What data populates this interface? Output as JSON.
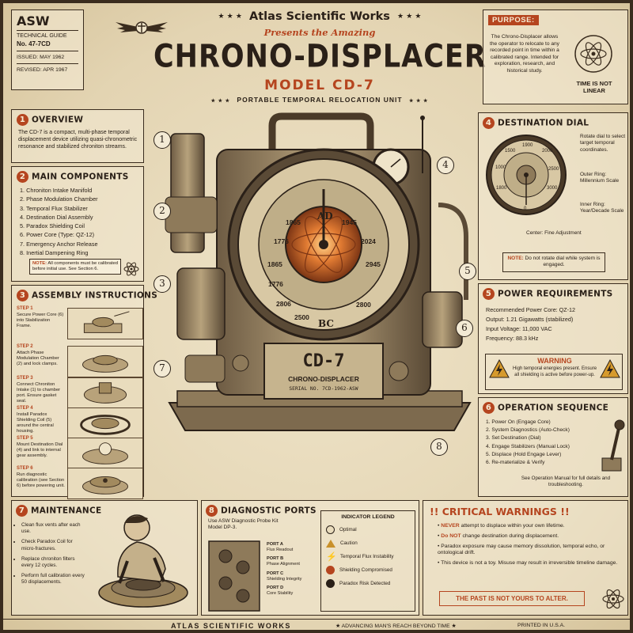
{
  "header": {
    "company": "Atlas Scientific Works",
    "presents": "Presents the Amazing",
    "title": "CHRONO-DISPLACER",
    "model": "MODEL CD-7",
    "tagline": "PORTABLE TEMPORAL RELOCATION UNIT",
    "stars": "★ ★ ★"
  },
  "docbox": {
    "code": "ASW",
    "guide": "TECHNICAL GUIDE",
    "number": "No. 47-7CD",
    "issued": "ISSUED: MAY 1962",
    "revised": "REVISED: APR 1967"
  },
  "purpose": {
    "label": "PURPOSE:",
    "text": "The Chrono-Displacer allows the operator to relocate to any recorded point in time within a calibrated range. Intended for exploration, research, and historical study.",
    "badge": "TIME IS NOT LINEAR"
  },
  "overview": {
    "n": "1",
    "title": "OVERVIEW",
    "text": "The CD-7 is a compact, multi-phase temporal displacement device utilizing quasi-chronometric resonance and stabilized chroniton streams."
  },
  "components": {
    "n": "2",
    "title": "MAIN COMPONENTS",
    "items": [
      "1. Chroniton Intake Manifold",
      "2. Phase Modulation Chamber",
      "3. Temporal Flux Stabilizer",
      "4. Destination Dial Assembly",
      "5. Paradox Shielding Coil",
      "6. Power Core (Type: QZ-12)",
      "7. Emergency Anchor Release",
      "8. Inertial Dampening Ring"
    ],
    "note_label": "NOTE:",
    "note": "All components must be calibrated before initial use. See Section 6."
  },
  "assembly": {
    "n": "3",
    "title": "ASSEMBLY INSTRUCTIONS",
    "steps": [
      {
        "label": "STEP 1",
        "text": "Secure Power Core (6) into Stabilization Frame."
      },
      {
        "label": "STEP 2",
        "text": "Attach Phase Modulation Chamber (2) and lock clamps."
      },
      {
        "label": "STEP 3",
        "text": "Connect Chroniton Intake (1) to chamber port. Ensure gasket seal."
      },
      {
        "label": "STEP 4",
        "text": "Install Paradox Shielding Coil (5) around the central housing."
      },
      {
        "label": "STEP 5",
        "text": "Mount Destination Dial (4) and link to internal gear assembly."
      },
      {
        "label": "STEP 6",
        "text": "Run diagnostic calibration (see Section 6) before powering unit."
      }
    ]
  },
  "machine": {
    "callouts": [
      "1",
      "2",
      "3",
      "4",
      "5",
      "6",
      "7",
      "8"
    ],
    "dial_top": "AD",
    "dial_bottom": "BC",
    "dial_years": [
      "1776",
      "1865",
      "1945",
      "2024",
      "2945",
      "2800",
      "2500",
      "2806",
      "1776",
      "1865"
    ],
    "plate_model": "CD-7",
    "plate_name": "CHRONO-DISPLACER",
    "plate_serial": "SERIAL NO. 7CD-1962-ASW"
  },
  "dial": {
    "n": "4",
    "title": "DESTINATION DIAL",
    "desc": "Rotate dial to select target temporal coordinates.",
    "outer": "Outer Ring: Millennium Scale",
    "inner": "Inner Ring: Year/Decade Scale",
    "center": "Center: Fine Adjustment",
    "numbers": [
      "1000",
      "1500",
      "1900",
      "2000",
      "2500",
      "3000",
      "1800",
      "0"
    ],
    "note_label": "NOTE:",
    "note": "Do not rotate dial while system is engaged."
  },
  "power": {
    "n": "5",
    "title": "POWER REQUIREMENTS",
    "lines": [
      "Recommended Power Core: QZ-12",
      "Output: 1.21 Gigawatts (stabilized)",
      "Input Voltage: 11,000 VAC",
      "Frequency: 88.3 kHz"
    ],
    "warning_title": "WARNING",
    "warning": "High temporal energies present. Ensure all shielding is active before power-up."
  },
  "operation": {
    "n": "6",
    "title": "OPERATION SEQUENCE",
    "items": [
      "1. Power On (Engage Core)",
      "2. System Diagnostics (Auto-Check)",
      "3. Set Destination (Dial)",
      "4. Engage Stabilizers (Manual Lock)",
      "5. Displace (Hold Engage Lever)",
      "6. Re-materialize & Verify"
    ],
    "footer": "See Operation Manual for full details and troubleshooting."
  },
  "maintenance": {
    "n": "7",
    "title": "MAINTENANCE",
    "items": [
      "Clean flux vents after each use.",
      "Check Paradox Coil for micro-fractures.",
      "Replace chroniton filters every 12 cycles.",
      "Perform full calibration every 50 displacements."
    ]
  },
  "diagnostic": {
    "n": "8",
    "title": "DIAGNOSTIC PORTS",
    "intro": "Use ASW Diagnostic Probe Kit Model DP-3.",
    "ports": [
      {
        "name": "PORT A",
        "desc": "Flux Readout"
      },
      {
        "name": "PORT B",
        "desc": "Phase Alignment"
      },
      {
        "name": "PORT C",
        "desc": "Shielding Integrity"
      },
      {
        "name": "PORT D",
        "desc": "Core Stability"
      }
    ],
    "legend_title": "INDICATOR LEGEND",
    "legend": [
      "Optimal",
      "Caution",
      "Temporal Flux Instability",
      "Shielding Compromised",
      "Paradox Risk Detected"
    ]
  },
  "critical": {
    "title": "!! CRITICAL WARNINGS !!",
    "w1_em": "NEVER",
    "w1": "attempt to displace within your own lifetime.",
    "w2_em": "Do NOT",
    "w2": "change destination during displacement.",
    "w3": "Paradox exposure may cause memory dissolution, temporal echo, or ontological drift.",
    "w4": "This device is not a toy. Misuse may result in irreversible timeline damage.",
    "footer": "THE PAST IS NOT YOURS TO ALTER."
  },
  "footer": {
    "brand": "ATLAS SCIENTIFIC WORKS",
    "motto": "ADVANCING MAN'S REACH BEYOND TIME",
    "printed": "PRINTED IN U.S.A."
  },
  "colors": {
    "accent": "#b5451f",
    "ink": "#2a2018",
    "paper": "#efe4c9",
    "brass": "#8a6a3a"
  }
}
